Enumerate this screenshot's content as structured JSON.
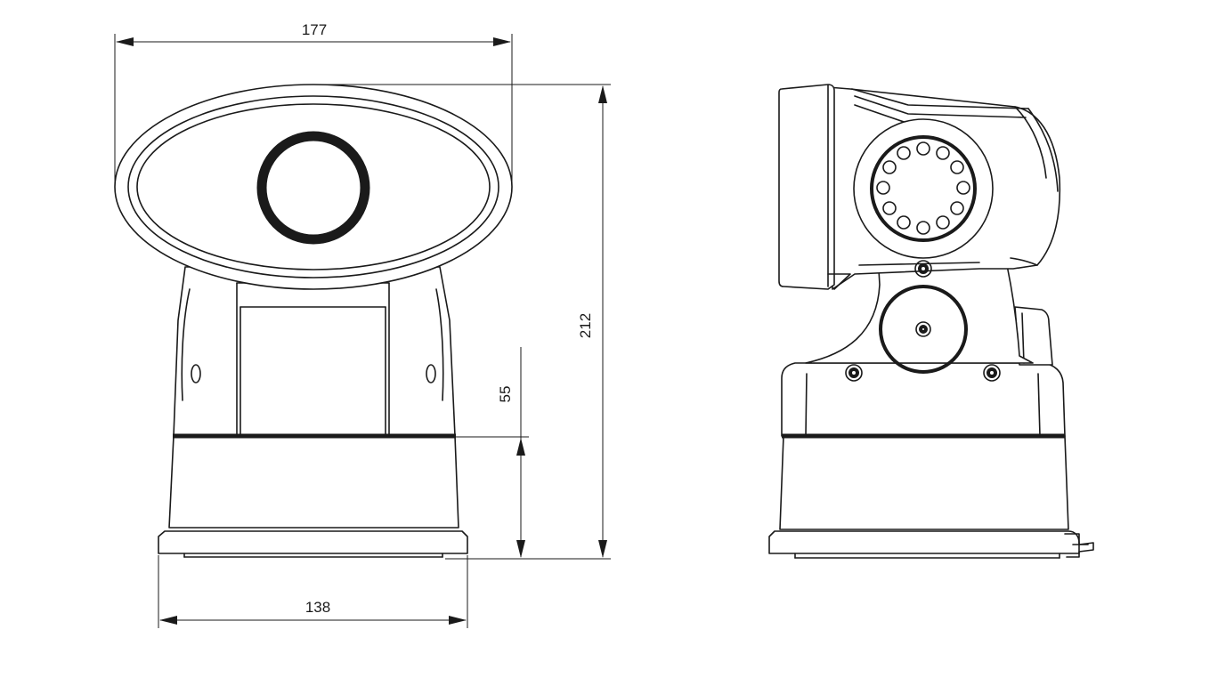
{
  "dimensions": {
    "overall_width": "177",
    "overall_height": "212",
    "base_height": "55",
    "base_width": "138"
  },
  "colors": {
    "line": "#1a1a1a",
    "background": "#ffffff"
  }
}
